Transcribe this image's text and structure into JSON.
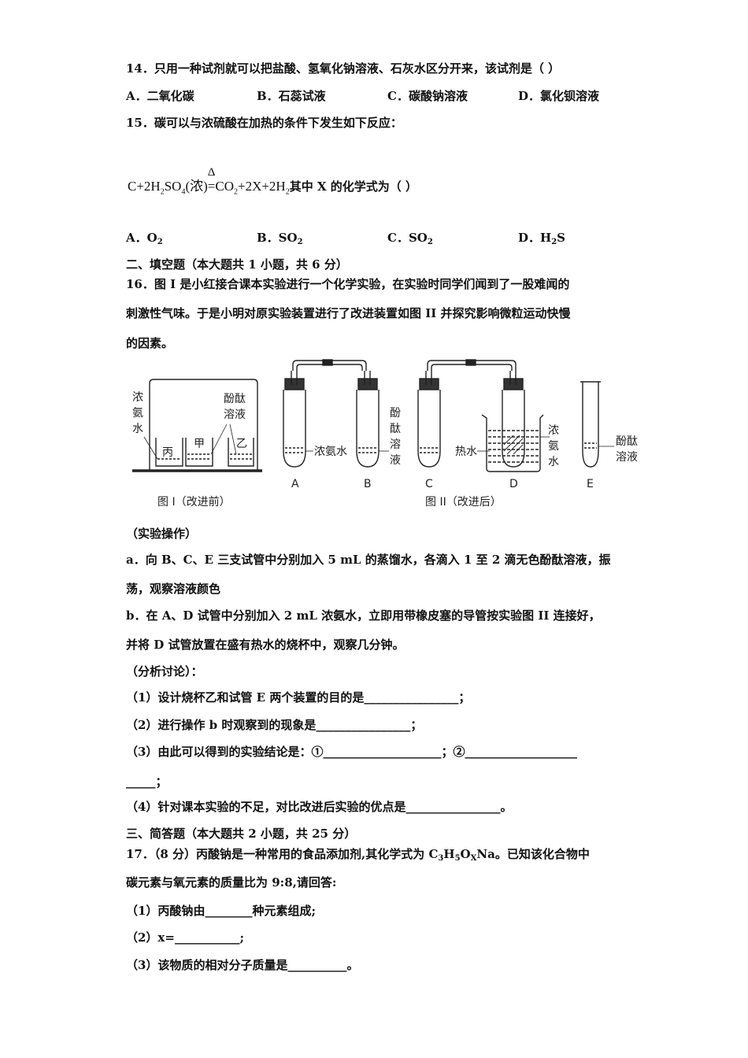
{
  "q14": {
    "stem": "14．只用一种试剂就可以把盐酸、氢氧化钠溶液、石灰水区分开来，该试剂是（    ）",
    "options": [
      "A．二氧化碳",
      "B．石蕊试液",
      "C．碳酸钠溶液",
      "D．氯化钡溶液"
    ]
  },
  "q15": {
    "stem": "15．碳可以与浓硫酸在加热的条件下发生如下反应：",
    "eq_left": "C+2H",
    "eq_so4": "SO",
    "eq_conc": "(浓)",
    "eq_delta": "Δ",
    "eq_eq": "=",
    "eq_right1": "CO",
    "eq_right2": "+2X+2H",
    "eq_tail": "其中 X 的化学式为（   ）",
    "opt_a": "A．O",
    "opt_b": "B．SO",
    "opt_c": "C．SO",
    "opt_d_pre": "D．H",
    "opt_d_post": "S",
    "sub2": "2",
    "sub4": "4"
  },
  "section2": "二、填空题（本大题共 1 小题，共 6 分）",
  "q16": {
    "line1": "16．图 I 是小红接合课本实验进行一个化学实验，在实验时同学们闻到了一股难闻的",
    "line2": "刺激性气味。于是小明对原实验装置进行了改进装置如图 II 并探究影响微粒运动快慢",
    "line3": "的因素。",
    "figure": {
      "label_nongan": [
        "浓",
        "氨",
        "水"
      ],
      "label_fentai": [
        "酚酞",
        "溶液"
      ],
      "beaker_bing": "丙",
      "beaker_jia": "甲",
      "beaker_yi": "乙",
      "fig1_caption": "图 I（改进前）",
      "label_A_liquid": "浓氨水",
      "label_B_liquid": [
        "酚",
        "酞",
        "溶",
        "液"
      ],
      "label_hot_water": "热水",
      "label_D_liquid": [
        "浓",
        "氨",
        "水"
      ],
      "label_E_liquid": [
        "酚酞",
        "溶液"
      ],
      "tube_labels": [
        "A",
        "B",
        "C",
        "D",
        "E"
      ],
      "fig2_caption": "图 II（改进后）"
    },
    "op_title": "（实验操作）",
    "op_a1": "a．向 B、C、E 三支试管中分别加入 5 mL 的蒸馏水，各滴入 1 至 2 滴无色酚酞溶液，振",
    "op_a2": "荡，观察溶液颜色",
    "op_b1": "b．在 A、D 试管中分别加入 2 mL 浓氨水，立即用带橡皮塞的导管按实验图 II 连接好，",
    "op_b2": "并将 D 试管放置在盛有热水的烧杯中，观察几分钟。",
    "analysis_title": "（分析讨论）：",
    "a1": "（1）设计烧杯乙和试管 E 两个装置的目的是________________；",
    "a2": "（2）进行操作 b 时观察到的现象是________________；",
    "a3": "（3）由此可以得到的实验结论是：①____________________；②___________________",
    "a3b": "_____；",
    "a4": "（4）针对课本实验的不足，对比改进后实验的优点是________________。"
  },
  "section3": "三、简答题（本大题共 2 小题，共 25 分）",
  "q17": {
    "line1_pre": "17．（8 分）丙酸钠是一种常用的食品添加剂,其化学式为 C",
    "f_sub3": "3",
    "f_h": "H",
    "f_sub5": "5",
    "f_o": "O",
    "f_subx": "X",
    "f_na": "Na。已知该化合物中",
    "line2": "碳元素与氧元素的质量比为 9:8,请回答:",
    "s1": "（1）丙酸钠由________种元素组成;",
    "s2": "（2）x=___________;",
    "s3": "（3）该物质的相对分子质量是__________。"
  }
}
